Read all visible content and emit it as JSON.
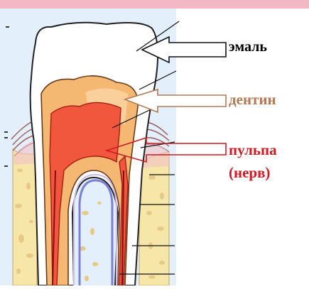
{
  "labels": {
    "enamel": "эмаль",
    "dentin": "дентин",
    "pulp": "пульпа",
    "nerve": "(нерв)"
  },
  "colors": {
    "top_band": "#f2b8c6",
    "left_panel": "#e3f0fb",
    "enamel": "#ffffff",
    "dentin": "#f5b872",
    "dentin_light": "#fbd9ae",
    "pulp": "#f0573c",
    "bone": "#f6e6a8",
    "bone_spot": "#e6c987",
    "gum": "#f2c2c8",
    "nerve_line": "#7b7fd6",
    "root_canal": "#c8102e",
    "dentin_label": "#b07a56",
    "pulp_label": "#cc1b22"
  },
  "icons": [
    "arrow-right-icon"
  ]
}
